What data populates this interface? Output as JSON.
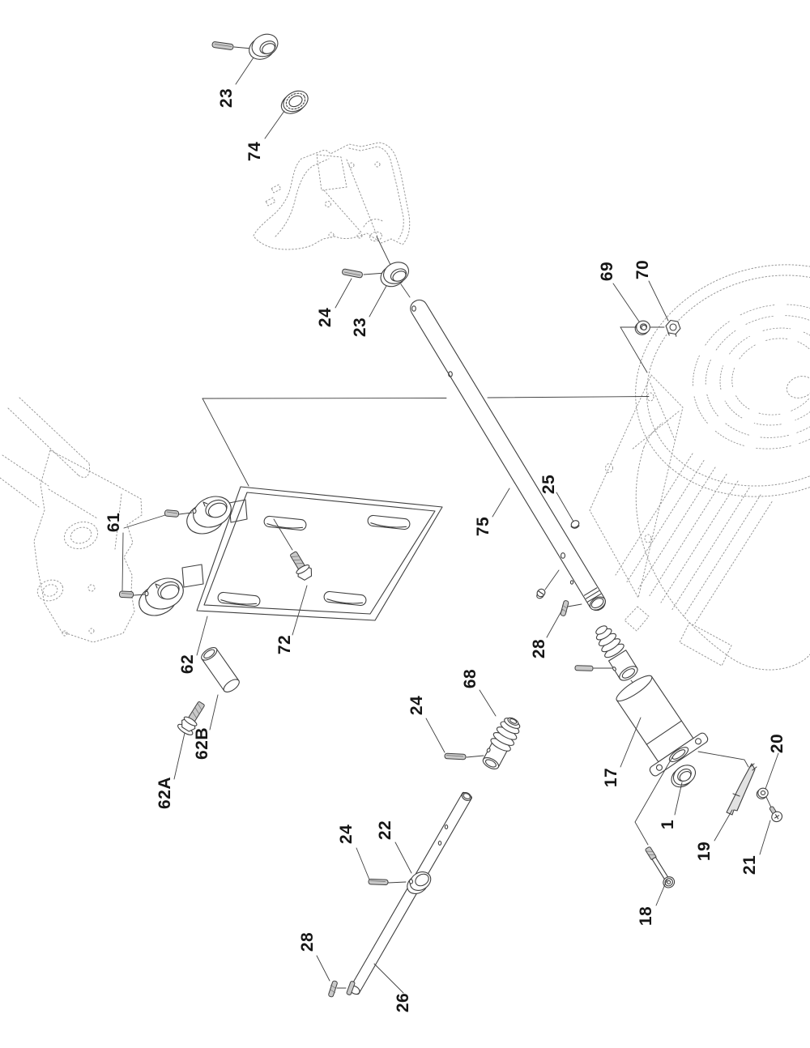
{
  "page": {
    "background_color": "#ffffff"
  },
  "diagram": {
    "kind": "exploded-parts-diagram",
    "line_color": "#3f3f3f",
    "phantom_line_color": "#979797",
    "metal_fill_color": "#c9c9c9",
    "label_color": "#161616",
    "callouts": [
      {
        "text": "23"
      },
      {
        "text": "74"
      },
      {
        "text": "24"
      },
      {
        "text": "23"
      },
      {
        "text": "69"
      },
      {
        "text": "70"
      },
      {
        "text": "61"
      },
      {
        "text": "72"
      },
      {
        "text": "62"
      },
      {
        "text": "62B"
      },
      {
        "text": "62A"
      },
      {
        "text": "75"
      },
      {
        "text": "25"
      },
      {
        "text": "28"
      },
      {
        "text": "68"
      },
      {
        "text": "24"
      },
      {
        "text": "24"
      },
      {
        "text": "22"
      },
      {
        "text": "28"
      },
      {
        "text": "26"
      },
      {
        "text": "17"
      },
      {
        "text": "1"
      },
      {
        "text": "18"
      },
      {
        "text": "19"
      },
      {
        "text": "20"
      },
      {
        "text": "21"
      }
    ]
  }
}
